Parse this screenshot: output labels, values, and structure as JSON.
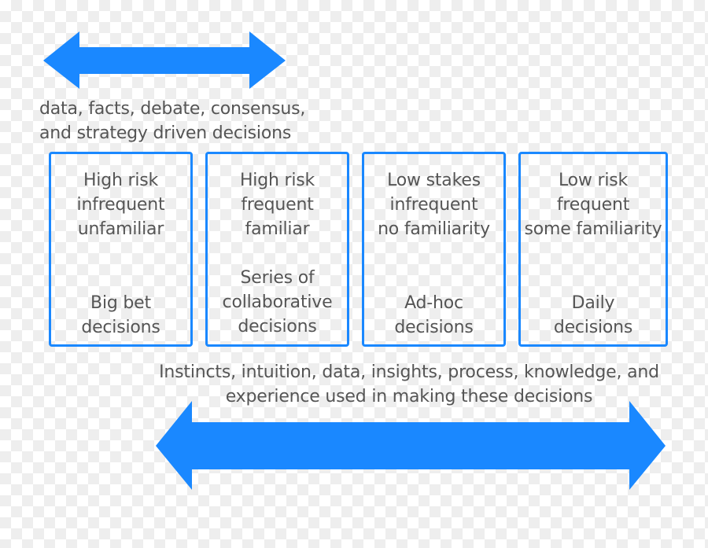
{
  "colors": {
    "accent": "#1a88ff",
    "text": "#555555"
  },
  "top_caption": [
    "data, facts, debate, consensus,",
    "and strategy driven decisions"
  ],
  "bottom_caption": [
    "Instincts, intuition, data, insights, process, knowledge, and",
    "experience used in making these decisions"
  ],
  "boxes": [
    {
      "desc": [
        "High risk",
        "infrequent",
        "unfamiliar"
      ],
      "kind": [
        "Big bet",
        "decisions"
      ]
    },
    {
      "desc": [
        "High risk",
        "frequent",
        "familiar"
      ],
      "kind": [
        "Series of",
        "collaborative",
        "decisions"
      ]
    },
    {
      "desc": [
        "Low stakes",
        "infrequent",
        "no familiarity"
      ],
      "kind": [
        "Ad-hoc",
        "decisions"
      ]
    },
    {
      "desc": [
        "Low risk",
        "frequent",
        "some familiarity"
      ],
      "kind": [
        "Daily",
        "decisions"
      ]
    }
  ]
}
